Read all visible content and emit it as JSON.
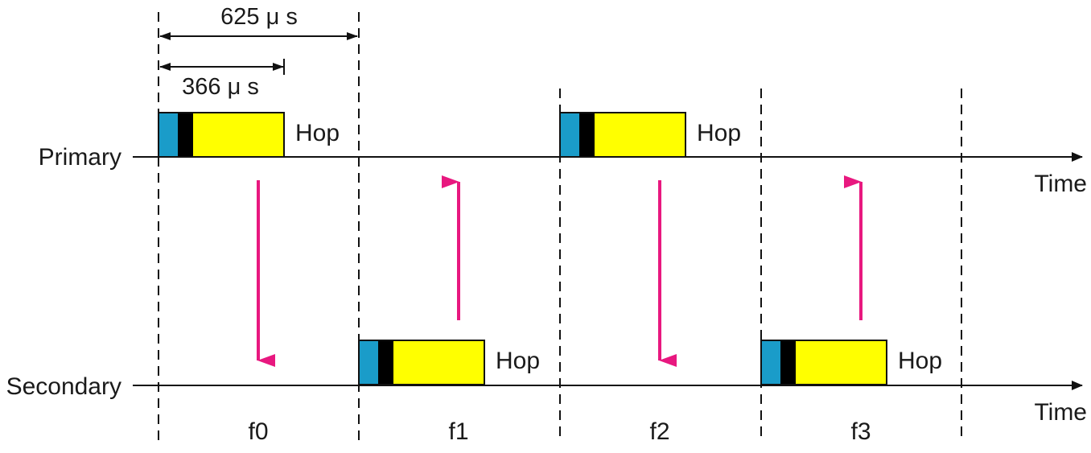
{
  "rows": {
    "primary_label": "Primary",
    "secondary_label": "Secondary",
    "time_label": "Time"
  },
  "dimensions": {
    "slot": "625 μ s",
    "packet": "366 μ s"
  },
  "slots": [
    {
      "frequency": "f0",
      "packet_row": "primary",
      "packet_label": "Hop",
      "arrow": "down"
    },
    {
      "frequency": "f1",
      "packet_row": "secondary",
      "packet_label": "Hop",
      "arrow": "up"
    },
    {
      "frequency": "f2",
      "packet_row": "primary",
      "packet_label": "Hop",
      "arrow": "down"
    },
    {
      "frequency": "f3",
      "packet_row": "secondary",
      "packet_label": "Hop",
      "arrow": "up"
    }
  ],
  "colors": {
    "packet_header_access": "#1a9cc9",
    "packet_header_black": "#000000",
    "packet_payload": "#ffff00",
    "arrow": "#e8187f",
    "line": "#111111"
  }
}
